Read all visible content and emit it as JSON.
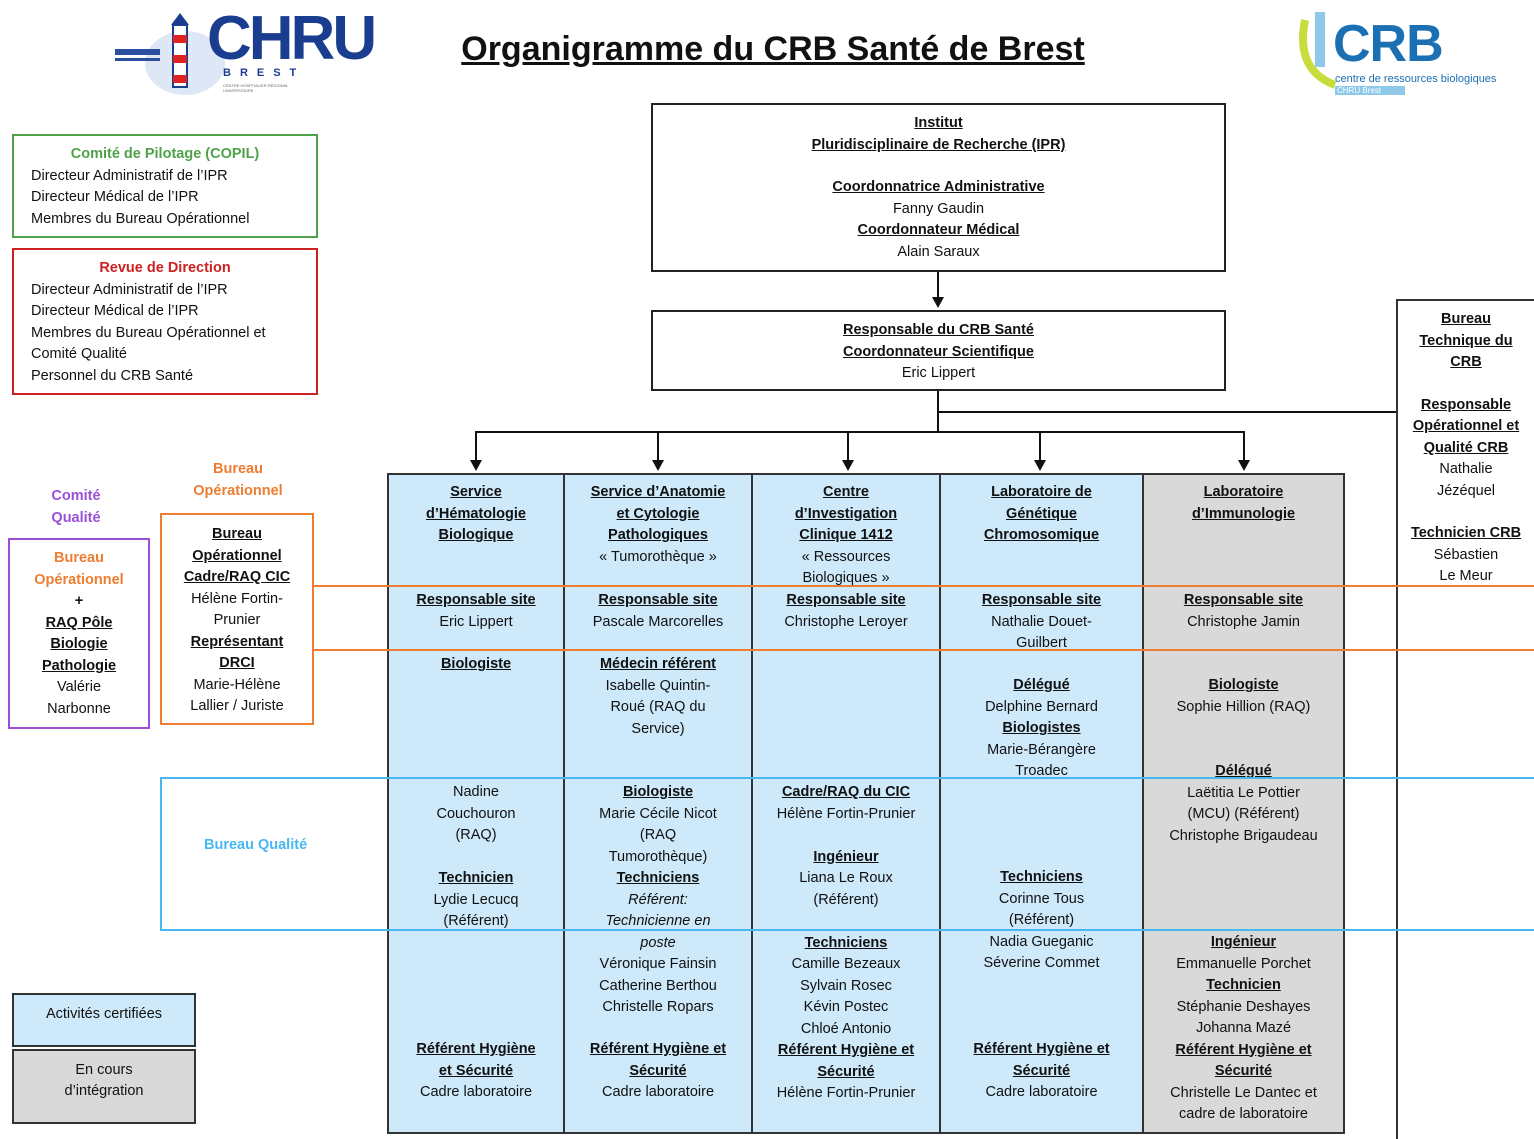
{
  "title": "Organigramme du CRB Santé de Brest",
  "logo_chru": {
    "text": "CHRU",
    "sub": "BREST",
    "sub2": "CENTRE HOSPITALIER RÉGIONAL UNIVERSITAIRE"
  },
  "logo_crb": {
    "text": "CRB",
    "sub": "centre de ressources biologiques",
    "sub2": "CHRU Brest"
  },
  "copil": {
    "title": "Comité de Pilotage (COPIL)",
    "lines": [
      "Directeur Administratif de l’IPR",
      "Directeur Médical de l’IPR",
      "Membres du Bureau Opérationnel"
    ]
  },
  "revue": {
    "title": "Revue de Direction",
    "lines": [
      "Directeur Administratif de l’IPR",
      "Directeur Médical de l’IPR",
      "Membres du Bureau Opérationnel et",
      "Comité Qualité",
      "Personnel du CRB Santé"
    ]
  },
  "ipr": {
    "h1": "Institut",
    "h2": "Pluridisciplinaire de Recherche (IPR)",
    "r1": "Coordonnatrice  Administrative",
    "n1": "Fanny Gaudin",
    "r2": "Coordonnateur Médical",
    "n2": "Alain Saraux"
  },
  "resp": {
    "r1": "Responsable du CRB Santé",
    "r2": "Coordonnateur Scientifique",
    "n": "Eric Lippert"
  },
  "bureau_tech": {
    "t1": "Bureau",
    "t2": "Technique du",
    "t3": "CRB",
    "r1a": "Responsable",
    "r1b": "Opérationnel et",
    "r1c": "Qualité CRB",
    "n1a": "Nathalie",
    "n1b": "Jézéquel",
    "r2": "Technicien CRB",
    "n2a": "Sébastien",
    "n2b": "Le Meur"
  },
  "comite_qualite": {
    "l1": "Comité",
    "l2": "Qualité"
  },
  "purple": {
    "t1": "Bureau",
    "t2": "Opérationnel",
    "plus": "+",
    "r1": "RAQ Pôle",
    "r2": "Biologie",
    "r3": "Pathologie",
    "n1": "Valérie",
    "n2": "Narbonne"
  },
  "bureau_op_label": {
    "l1": "Bureau",
    "l2": "Opérationnel"
  },
  "bureau_op_box": {
    "t1": "Bureau",
    "t2": "Opérationnel",
    "t3": "Cadre/RAQ CIC",
    "n1": "Hélène Fortin-",
    "n2": "Prunier",
    "r1": "Représentant",
    "r2": "DRCI",
    "n3": "Marie-Hélène",
    "n4": "Lallier / Juriste"
  },
  "bureau_qualite": "Bureau Qualité",
  "legend": {
    "certified": "Activités certifiées",
    "integration_1": "En cours",
    "integration_2": "d’intégration"
  },
  "columns": [
    {
      "head": [
        "Service",
        "d’Hématologie",
        "Biologique"
      ],
      "resp_label": "Responsable site",
      "resp_name": [
        "Eric Lippert"
      ],
      "role1": "Biologiste",
      "qual": [
        "Nadine",
        "Couchouron",
        "(RAQ)"
      ],
      "tech_label": "Technicien",
      "tech": [
        "Lydie Lecucq",
        "(Référent)"
      ],
      "hyg_label": [
        "Référent Hygiène",
        "et Sécurité"
      ],
      "hyg": [
        "Cadre laboratoire"
      ]
    },
    {
      "head": [
        "Service d’Anatomie",
        "et Cytologie",
        "Pathologiques"
      ],
      "head_sub": "« Tumorothèque »",
      "resp_label": "Responsable site",
      "resp_name": [
        "Pascale Marcorelles"
      ],
      "role1": "Médecin référent",
      "role1_names": [
        "Isabelle Quintin-",
        "Roué (RAQ du",
        "Service)"
      ],
      "qual_label": "Biologiste",
      "qual": [
        "Marie Cécile Nicot",
        "(RAQ",
        "Tumorothèque)"
      ],
      "tech_label": "Techniciens",
      "tech_italic": [
        "Référent:",
        "Technicienne en",
        "poste"
      ],
      "tech": [
        "Véronique Fainsin",
        "Catherine Berthou",
        "Christelle Ropars"
      ],
      "hyg_label": [
        "Référent Hygiène et",
        "Sécurité"
      ],
      "hyg": [
        "Cadre laboratoire"
      ]
    },
    {
      "head": [
        "Centre",
        "d’Investigation",
        "Clinique 1412"
      ],
      "head_sub2": [
        "« Ressources",
        "Biologiques »"
      ],
      "resp_label": "Responsable site",
      "resp_name": [
        "Christophe Leroyer"
      ],
      "qual_label": "Cadre/RAQ du CIC",
      "qual": [
        "Hélène Fortin-Prunier"
      ],
      "ing_label": "Ingénieur",
      "ing": [
        "Liana Le Roux",
        "(Référent)"
      ],
      "tech_label": "Techniciens",
      "tech": [
        "Camille Bezeaux",
        "Sylvain Rosec",
        "Kévin Postec",
        "Chloé Antonio"
      ],
      "hyg_label": [
        "Référent Hygiène et",
        "Sécurité"
      ],
      "hyg": [
        "Hélène Fortin-Prunier"
      ]
    },
    {
      "head": [
        "Laboratoire de",
        "Génétique",
        "Chromosomique"
      ],
      "resp_label": "Responsable site",
      "resp_name": [
        "Nathalie Douet-",
        "Guilbert"
      ],
      "role1": "Délégué",
      "role1_names": [
        "Delphine Bernard"
      ],
      "role2": "Biologistes",
      "role2_names": [
        "Marie-Bérangère",
        "Troadec"
      ],
      "tech_label": "Techniciens",
      "tech": [
        "Corinne Tous",
        "(Référent)",
        "Nadia Gueganic",
        "Séverine Commet"
      ],
      "hyg_label": [
        "Référent Hygiène et",
        "Sécurité"
      ],
      "hyg": [
        "Cadre laboratoire"
      ]
    },
    {
      "head": [
        "Laboratoire",
        "d’Immunologie"
      ],
      "resp_label": "Responsable site",
      "resp_name": [
        "Christophe Jamin"
      ],
      "role1": "Biologiste",
      "role1_names": [
        "Sophie Hillion (RAQ)"
      ],
      "role2": "Délégué",
      "role2_names": [
        "Laëtitia Le Pottier",
        "(MCU) (Référent)",
        "Christophe Brigaudeau"
      ],
      "ing_label": "Ingénieur",
      "ing": [
        "Emmanuelle Porchet"
      ],
      "tech_label": "Technicien",
      "tech": [
        "Stéphanie Deshayes",
        "Johanna Mazé"
      ],
      "hyg_label": [
        "Référent Hygiène et",
        "Sécurité"
      ],
      "hyg": [
        "Christelle Le Dantec et",
        "cadre de laboratoire"
      ]
    }
  ],
  "colors": {
    "green": "#4ea24a",
    "red": "#cc2222",
    "orange": "#ee7d31",
    "purple": "#9b4fd6",
    "blue": "#49b8f0",
    "certified": "#cde9fa",
    "integration": "#d9d9d9"
  }
}
